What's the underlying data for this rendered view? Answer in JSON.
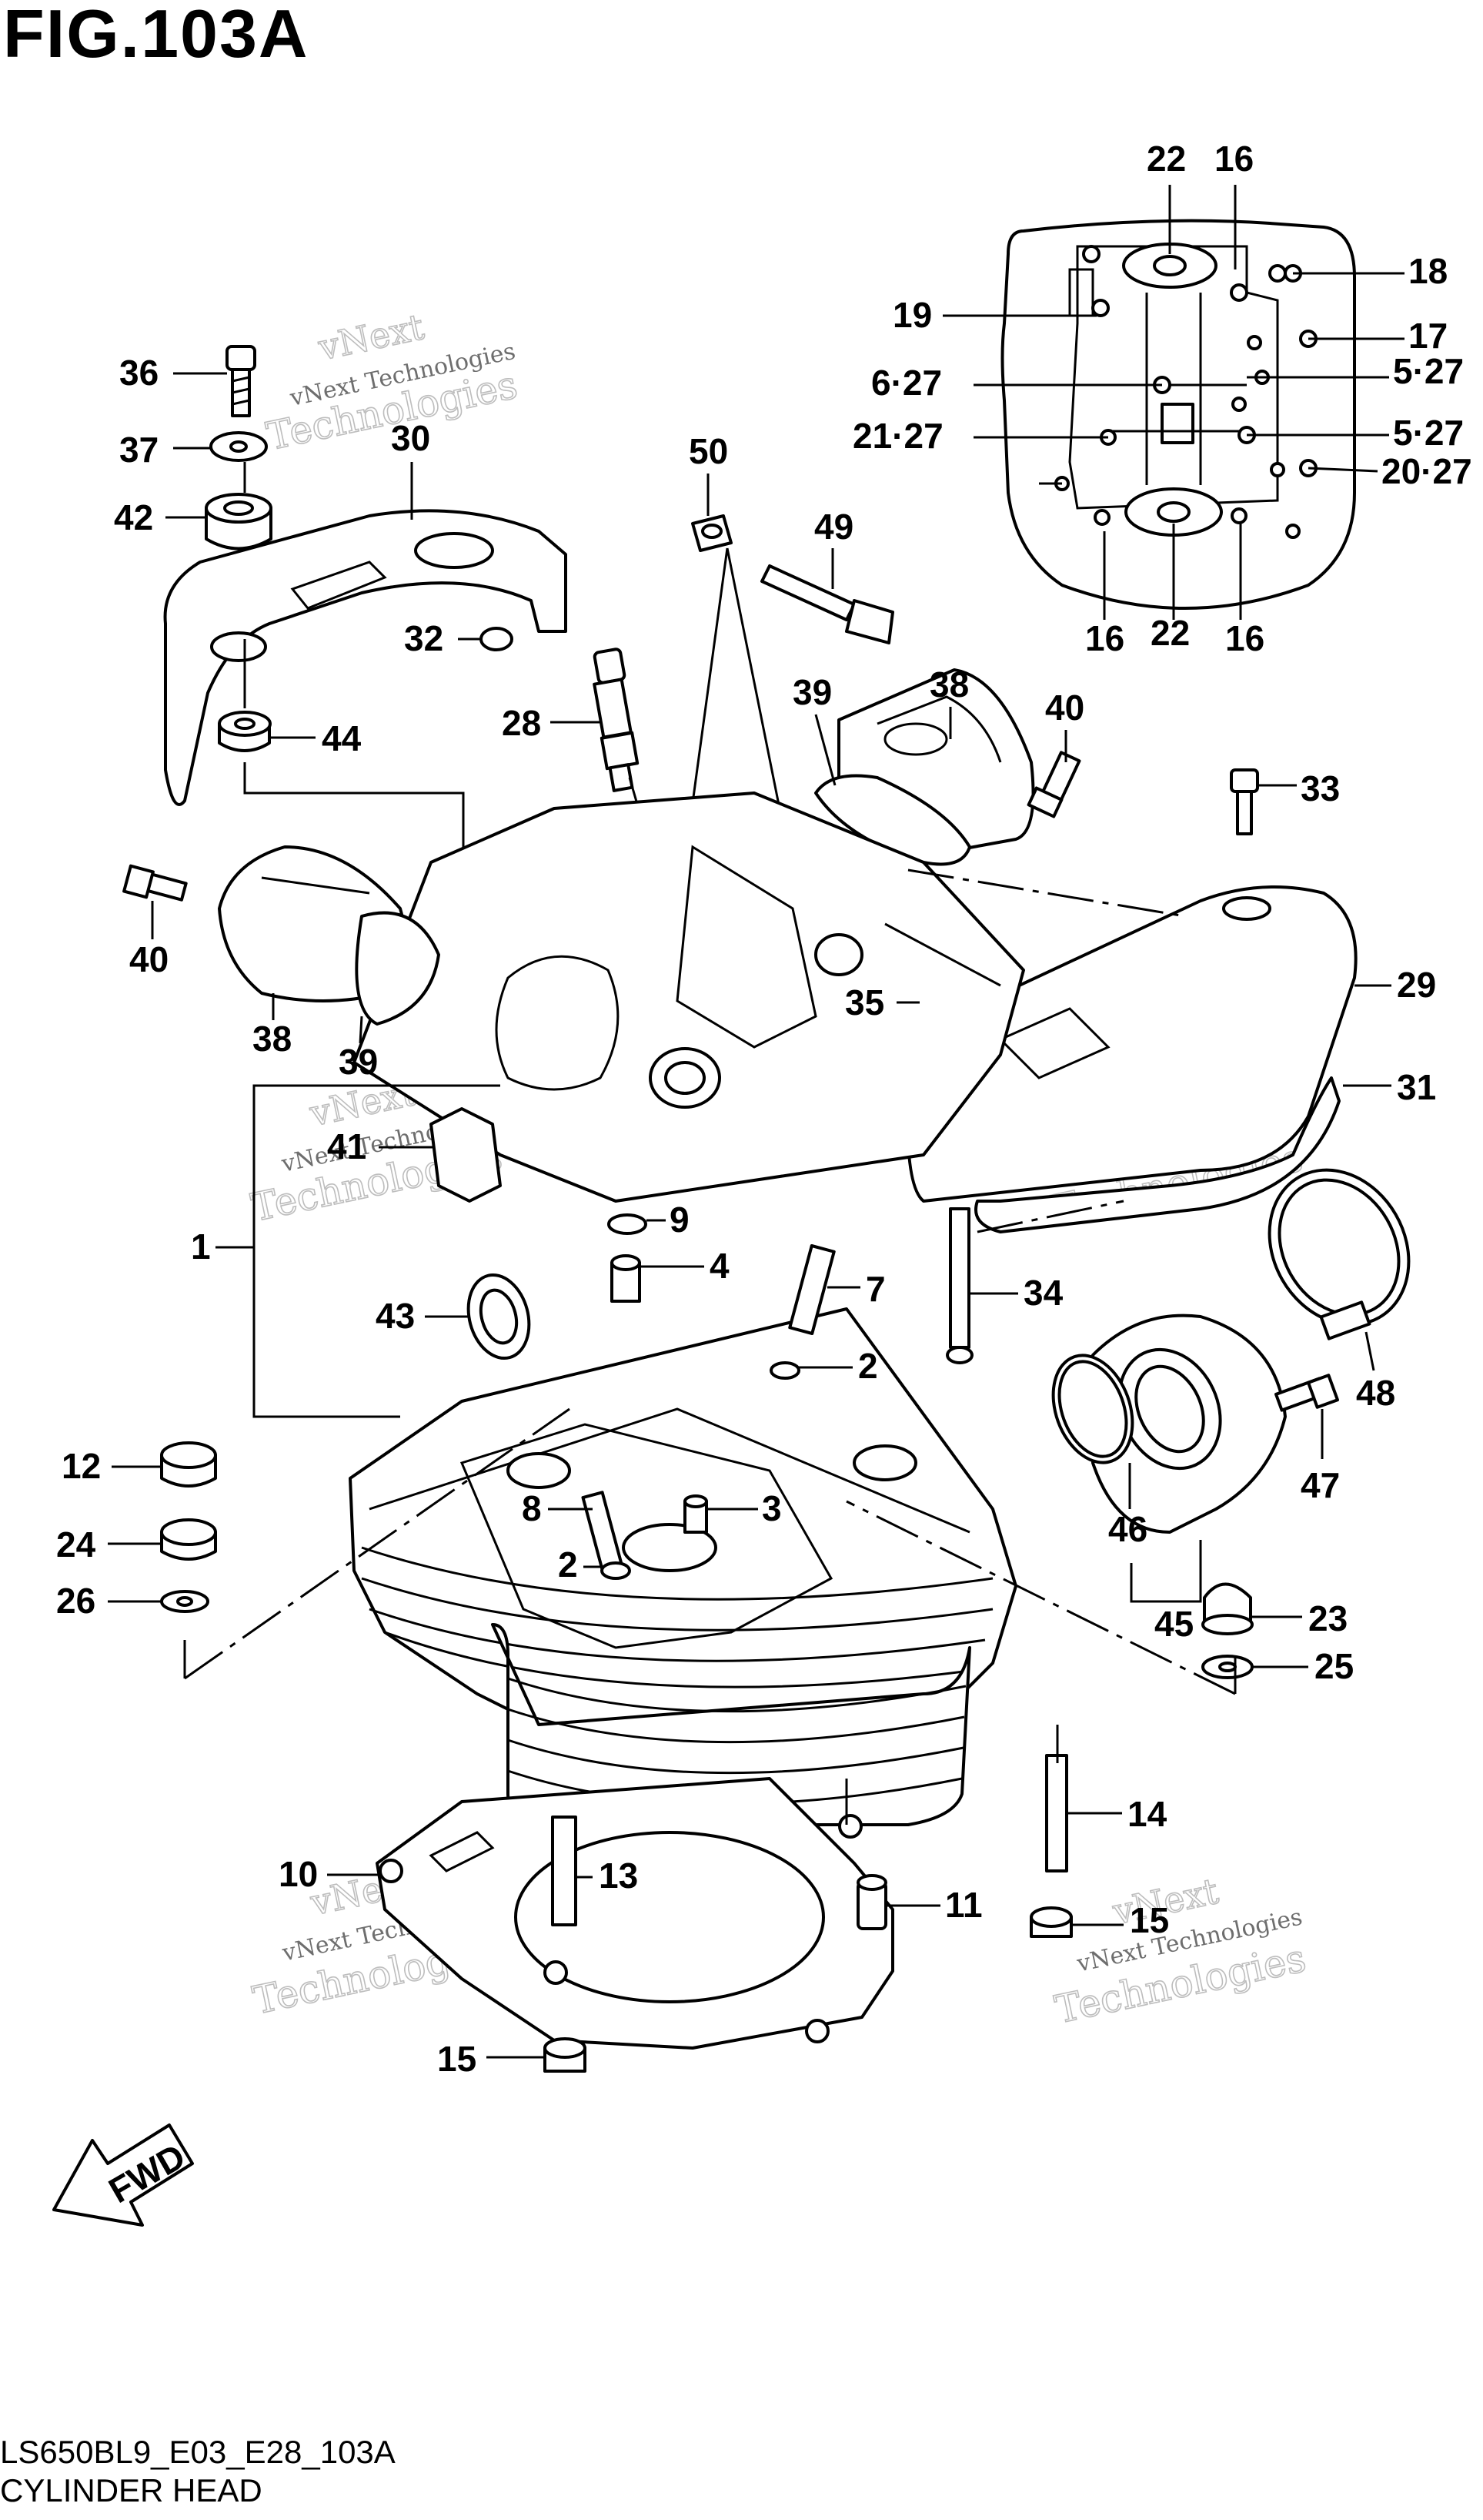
{
  "figure": {
    "title": "FIG.103A",
    "code": "LS650BL9_E03_E28_103A",
    "name": "CYLINDER HEAD"
  },
  "watermark": {
    "line1": "vNext Technologies",
    "line2": "vNext",
    "line3": "Technologies"
  },
  "fwd_label": "FWD",
  "callouts": {
    "c1": "1",
    "c2a": "2",
    "c2b": "2",
    "c3": "3",
    "c4": "4",
    "c5a": "5·27",
    "c5b": "5·27",
    "c6": "6·27",
    "c7": "7",
    "c8": "8",
    "c9": "9",
    "c10": "10",
    "c11": "11",
    "c12": "12",
    "c13": "13",
    "c14": "14",
    "c15a": "15",
    "c15b": "15",
    "c16a": "16",
    "c16b": "16",
    "c16c": "16",
    "c17": "17",
    "c18": "18",
    "c19": "19",
    "c20": "20·27",
    "c21": "21·27",
    "c22a": "22",
    "c22b": "22",
    "c23": "23",
    "c24": "24",
    "c25": "25",
    "c26": "26",
    "c28": "28",
    "c29": "29",
    "c30": "30",
    "c31": "31",
    "c32": "32",
    "c33": "33",
    "c34": "34",
    "c35": "35",
    "c36": "36",
    "c37": "37",
    "c38a": "38",
    "c38b": "38",
    "c39a": "39",
    "c39b": "39",
    "c40a": "40",
    "c40b": "40",
    "c41": "41",
    "c42": "42",
    "c43": "43",
    "c44": "44",
    "c45": "45",
    "c46": "46",
    "c47": "47",
    "c48": "48",
    "c49": "49",
    "c50": "50"
  }
}
